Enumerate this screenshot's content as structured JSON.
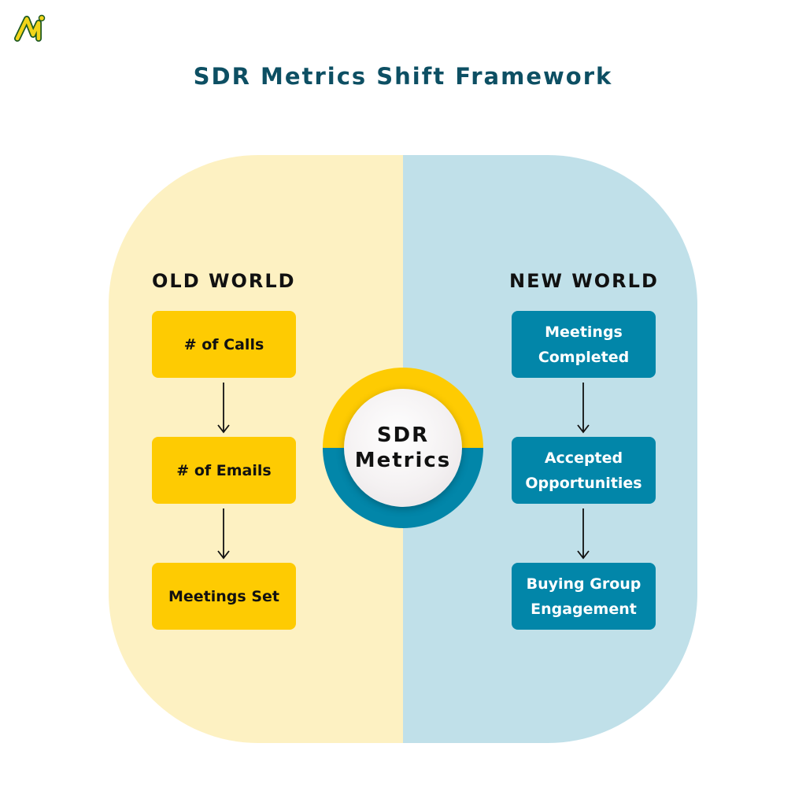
{
  "title": "SDR Metrics Shift Framework",
  "old_world": {
    "heading": "OLD WORLD",
    "items": [
      "# of Calls",
      "# of Emails",
      "Meetings Set"
    ]
  },
  "new_world": {
    "heading": "NEW WORLD",
    "items": [
      {
        "line1": "Meetings",
        "line2": "Completed"
      },
      {
        "line1": "Accepted",
        "line2": "Opportunities"
      },
      {
        "line1": "Buying Group",
        "line2": "Engagement"
      }
    ]
  },
  "center": {
    "line1": "SDR",
    "line2": "Metrics"
  },
  "colors": {
    "old_bg": "#fdf1c2",
    "new_bg": "#c0e0e9",
    "old_box": "#fecb02",
    "new_box": "#0286a9",
    "title": "#0d4f63"
  },
  "icons": {
    "logo": "ai-logo-icon",
    "arrow": "arrow-down-icon"
  }
}
